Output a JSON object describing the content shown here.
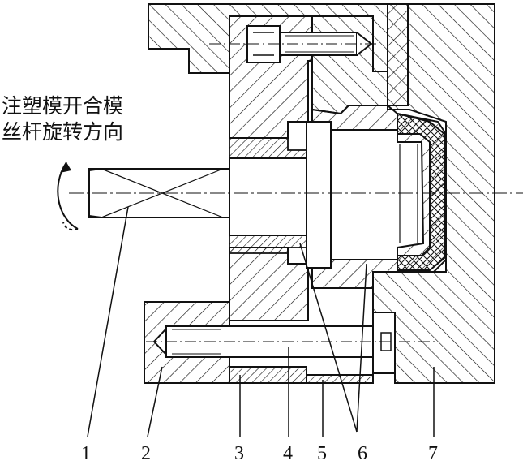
{
  "caption": {
    "line1": "注塑模开合模",
    "line2": "丝杆旋转方向"
  },
  "part_labels": [
    "1",
    "2",
    "3",
    "4",
    "5",
    "6",
    "7"
  ]
}
